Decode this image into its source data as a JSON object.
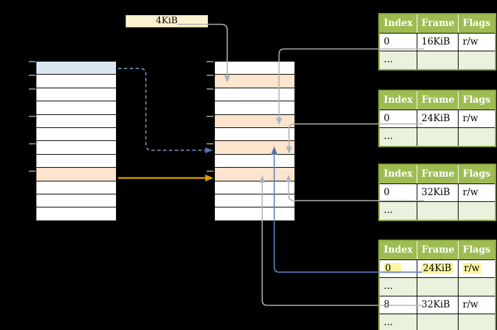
{
  "page_size_label": "4KiB",
  "colors": {
    "background": "#000000",
    "virtual_row_blue": "#dbe5f1",
    "mapped_row_orange": "#fce4cd",
    "label_box_fill": "#fdf2d0",
    "frame_table_header_green": "#9ebc52",
    "frame_table_border_green": "#87a33e",
    "frame_table_alt_row_green": "#eaf1dc",
    "highlight_yellow": "#fbf5a1",
    "arrow_gray": "#b3b3b3",
    "arrow_gray_head": "#a9b2c2",
    "arrow_blue": "#6c8ebf",
    "arrow_blue_head": "#4a73ae",
    "arrow_orange": "#d79b00",
    "tick_gray": "#7f7f7f"
  },
  "left_table": {
    "row_count": 12,
    "blue_row_index": 0,
    "orange_row_index": 8
  },
  "middle_table": {
    "row_count": 12,
    "orange_row_indexes": [
      1,
      4,
      6,
      8
    ]
  },
  "frame_tables": [
    {
      "headers": [
        "Index",
        "Frame",
        "Flags"
      ],
      "rows": [
        [
          "0",
          "16KiB",
          "r/w"
        ],
        [
          "…",
          "",
          ""
        ]
      ]
    },
    {
      "headers": [
        "Index",
        "Frame",
        "Flags"
      ],
      "rows": [
        [
          "0",
          "24KiB",
          "r/w"
        ],
        [
          "…",
          "",
          ""
        ]
      ]
    },
    {
      "headers": [
        "Index",
        "Frame",
        "Flags"
      ],
      "rows": [
        [
          "0",
          "32KiB",
          "r/w"
        ],
        [
          "…",
          "",
          ""
        ]
      ]
    },
    {
      "headers": [
        "Index",
        "Frame",
        "Flags"
      ],
      "rows": [
        [
          "0",
          "24KiB",
          "r/w"
        ],
        [
          "…",
          "",
          ""
        ],
        [
          "8",
          "32KiB",
          "r/w"
        ],
        [
          "…",
          "",
          ""
        ]
      ],
      "highlighted_row": 0
    }
  ]
}
